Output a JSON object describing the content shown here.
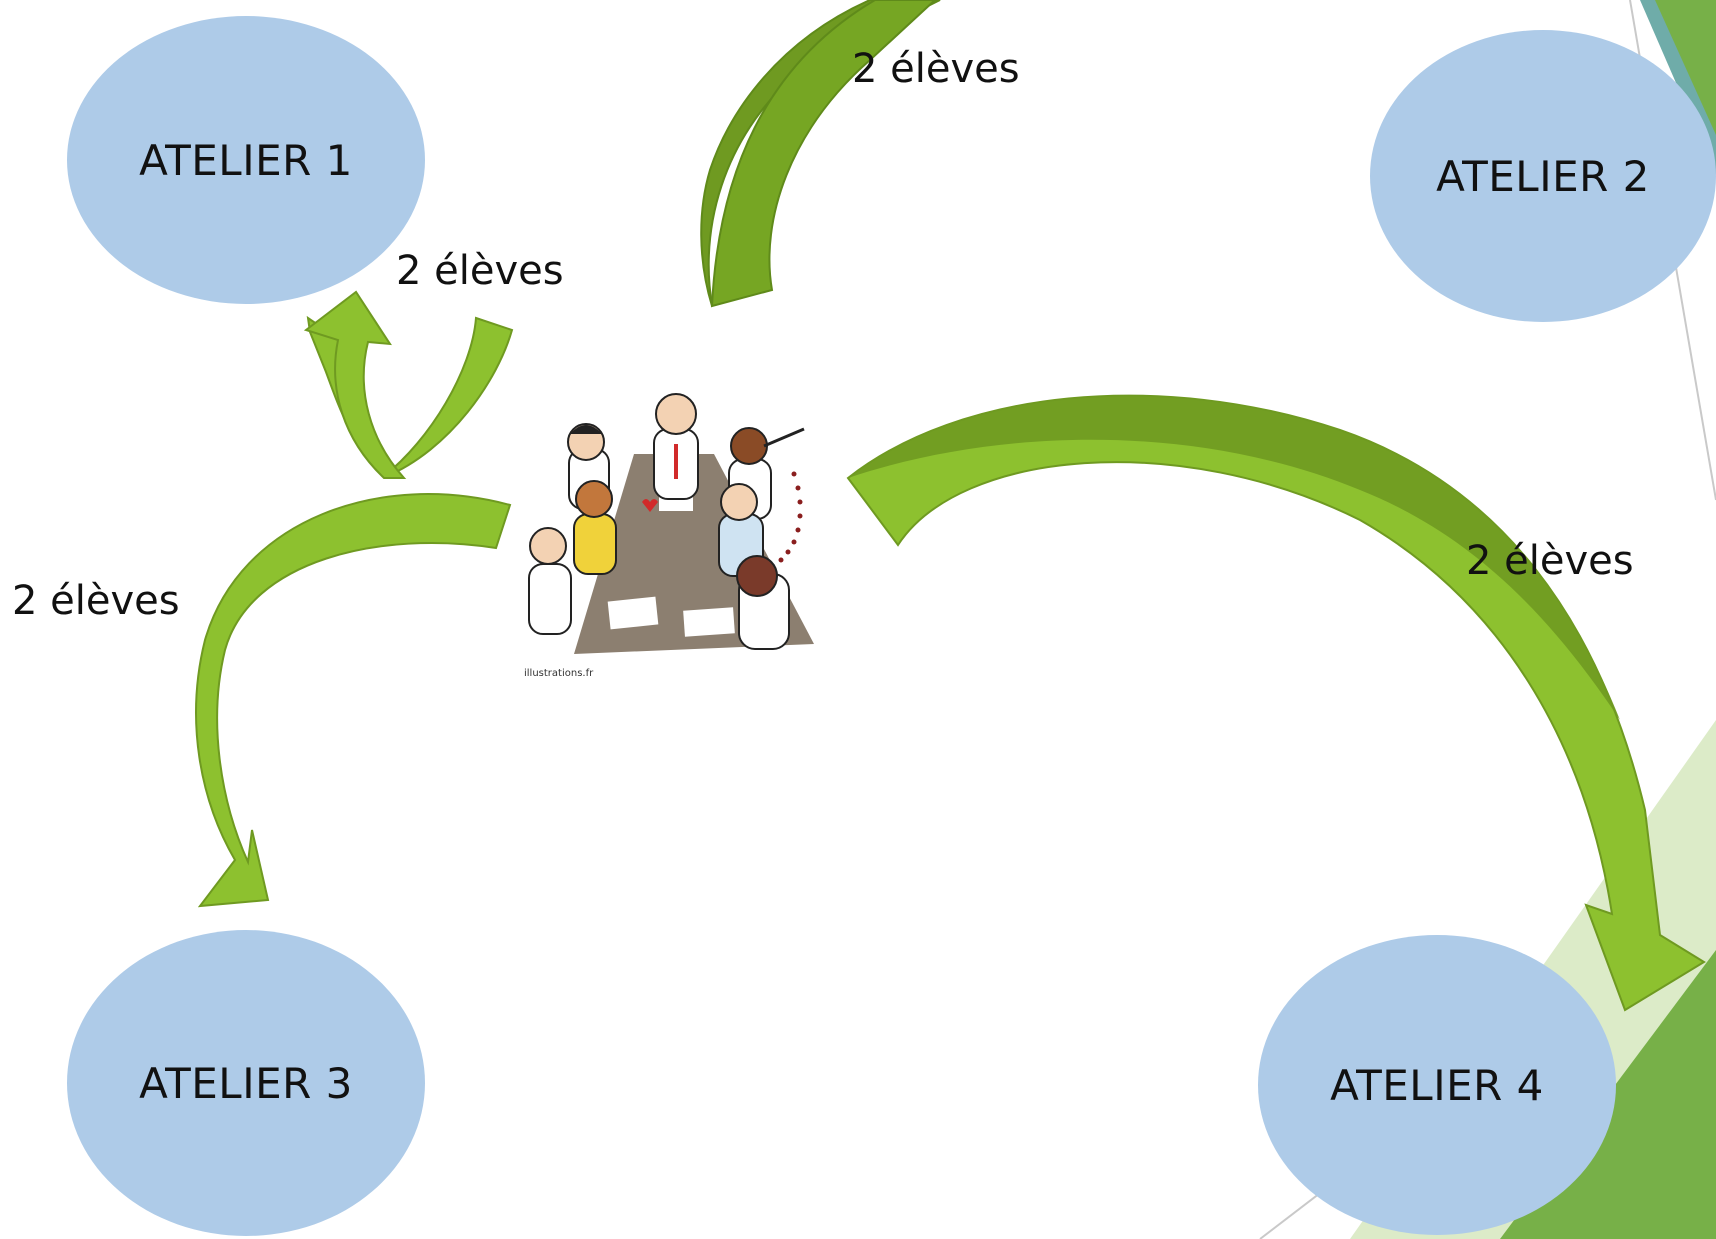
{
  "ateliers": [
    {
      "label": "ATELIER 1"
    },
    {
      "label": "ATELIER 2"
    },
    {
      "label": "ATELIER 3"
    },
    {
      "label": "ATELIER 4"
    }
  ],
  "counts": [
    {
      "text": "2 élèves"
    },
    {
      "text": "2 élèves"
    },
    {
      "text": "2 élèves"
    },
    {
      "text": "2 élèves"
    }
  ],
  "illustration": {
    "credit": "illustrations.fr"
  },
  "colors": {
    "ellipse": "#aecbe8",
    "arrow_light": "#8dc12f",
    "arrow_dark": "#6f9a21",
    "accent_green": "#77b048",
    "accent_teal": "#5fa3a0",
    "table": "#8c7f70"
  }
}
